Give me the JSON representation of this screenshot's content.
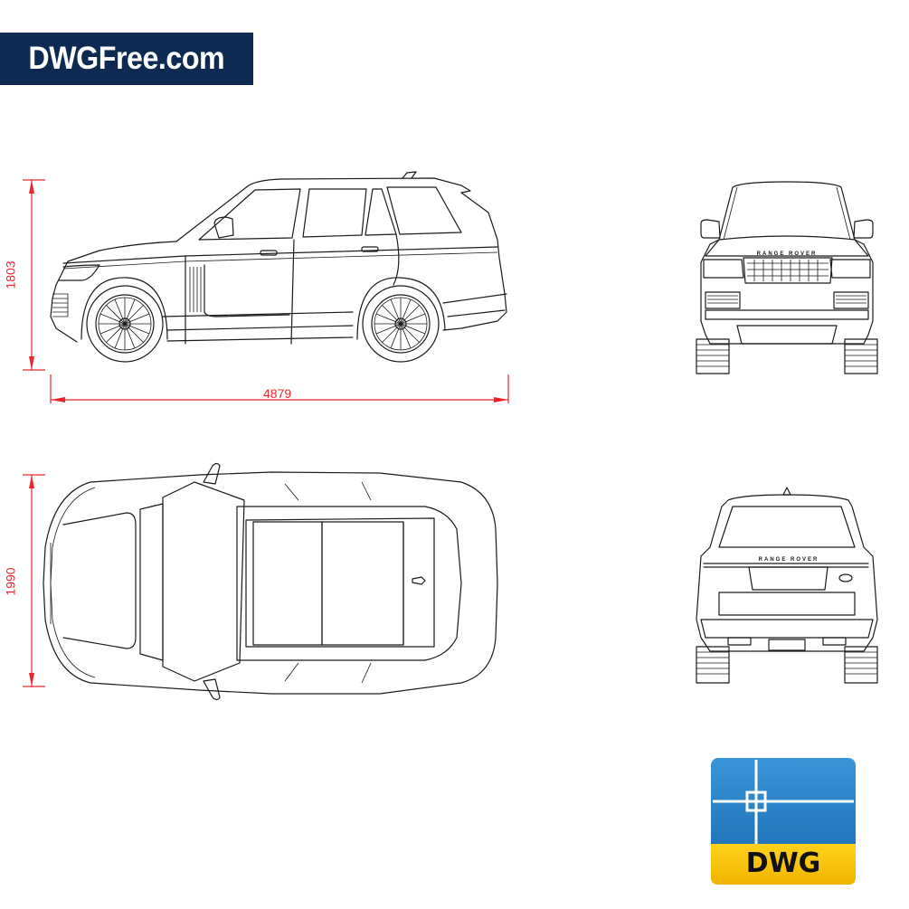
{
  "banner": {
    "text": "DWGFree.com",
    "background": "#0e2a52",
    "color": "#ffffff"
  },
  "views": {
    "side": {
      "label": "side-elevation"
    },
    "top": {
      "label": "top-plan"
    },
    "front": {
      "label": "front-elevation",
      "badge": "RANGE ROVER"
    },
    "rear": {
      "label": "rear-elevation",
      "badge": "RANGE ROVER"
    }
  },
  "dimensions": {
    "side_height": "1803",
    "side_length": "4879",
    "top_width": "1990",
    "color": "#e8262b"
  },
  "file_icon": {
    "label": "DWG",
    "top_color": "#1e7fc8",
    "bottom_color": "#f5c400"
  }
}
